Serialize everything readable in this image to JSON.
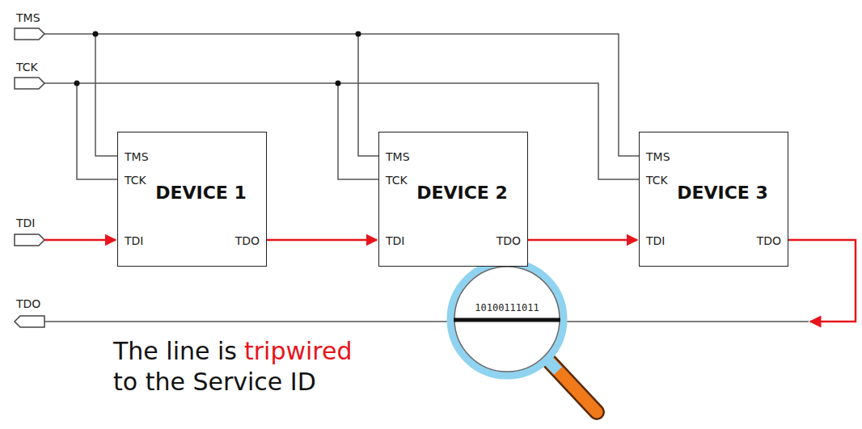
{
  "diagram": {
    "nodes": [
      {
        "text": [
          "TMS",
          "TCK",
          "DEVICE 1",
          "TDI",
          "TDO"
        ]
      },
      {
        "text": [
          "TMS",
          "TCK",
          "DEVICE 2",
          "TDI",
          "TDO"
        ]
      },
      {
        "text": [
          "TMS",
          "TCK",
          "DEVICE 3",
          "TDI",
          "TDO"
        ]
      }
    ],
    "edges": [
      {
        "from": 0,
        "to": 1,
        "arrow": "to"
      },
      {
        "from": 1,
        "to": 2,
        "arrow": "to"
      }
    ],
    "labels": [
      "TMS",
      "TCK",
      "TDI",
      "TDO",
      "10100111011",
      "The line is",
      "tripwired",
      "to the Service ID"
    ]
  }
}
